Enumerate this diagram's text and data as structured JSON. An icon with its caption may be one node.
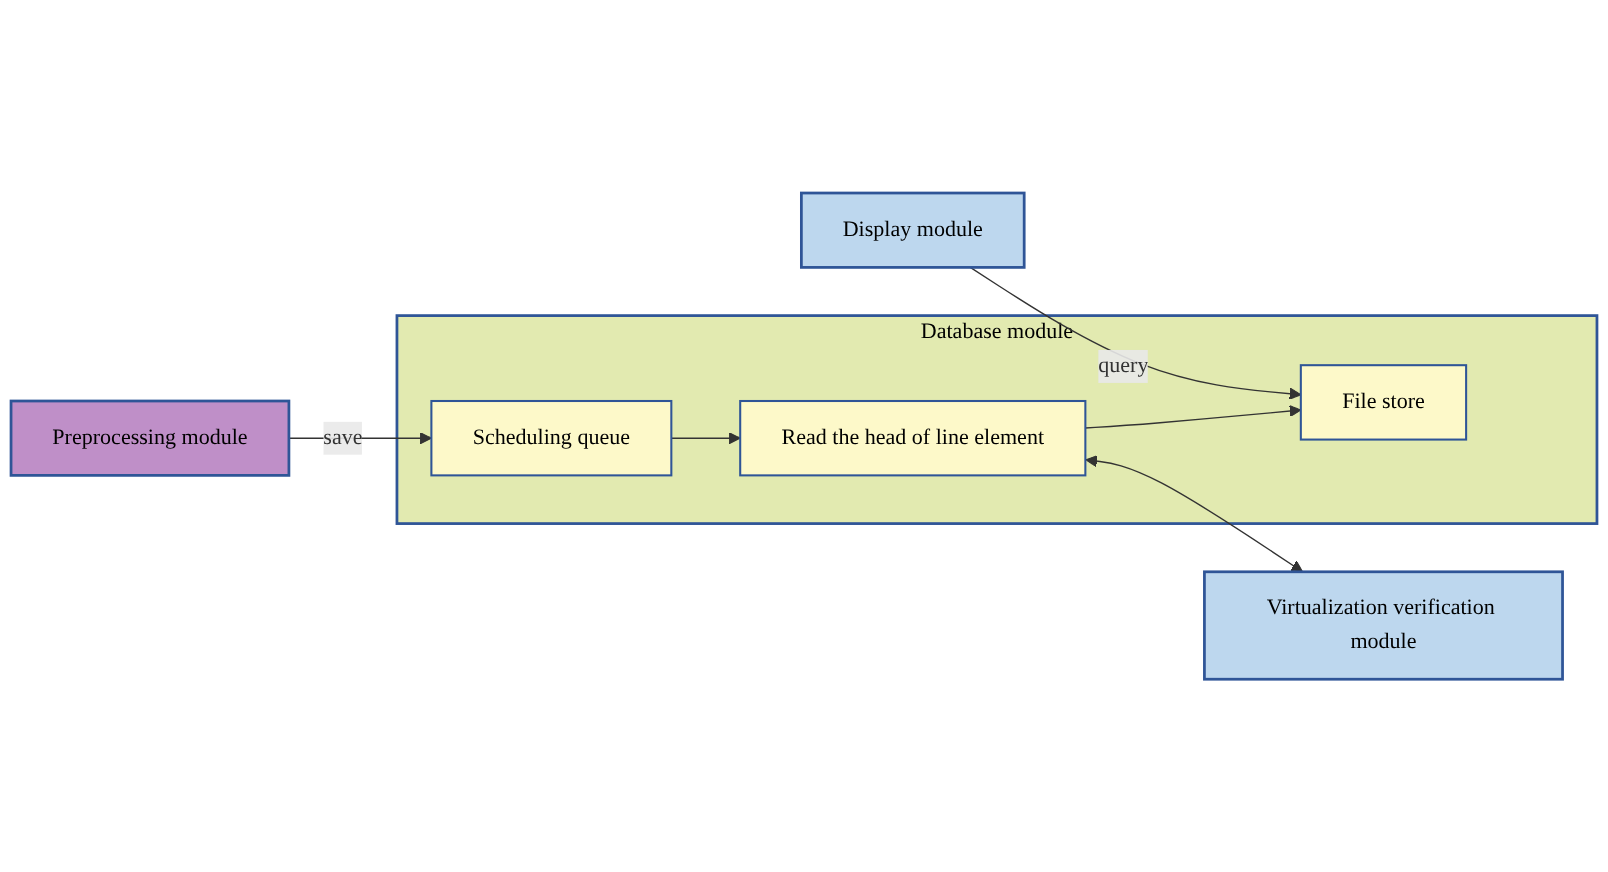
{
  "diagram": {
    "nodes": [
      {
        "text": [
          "Database module"
        ]
      },
      {
        "text": [
          "Preprocessing module"
        ]
      },
      {
        "text": [
          "Scheduling queue"
        ],
        "in": 0
      },
      {
        "text": [
          "Read the head of line element"
        ],
        "in": 0
      },
      {
        "text": [
          "File store"
        ],
        "in": 0
      },
      {
        "text": [
          "Display module"
        ]
      },
      {
        "text": [
          "Virtualization verification module"
        ]
      }
    ],
    "edges": [
      {
        "from": 1,
        "to": 2,
        "arrow": "to",
        "label": "save"
      },
      {
        "from": 2,
        "to": 3,
        "arrow": "to"
      },
      {
        "from": 3,
        "to": 4,
        "arrow": "to"
      },
      {
        "from": 5,
        "to": 4,
        "arrow": "to",
        "label": "query"
      },
      {
        "from": 3,
        "to": 6,
        "arrow": "both"
      }
    ]
  }
}
